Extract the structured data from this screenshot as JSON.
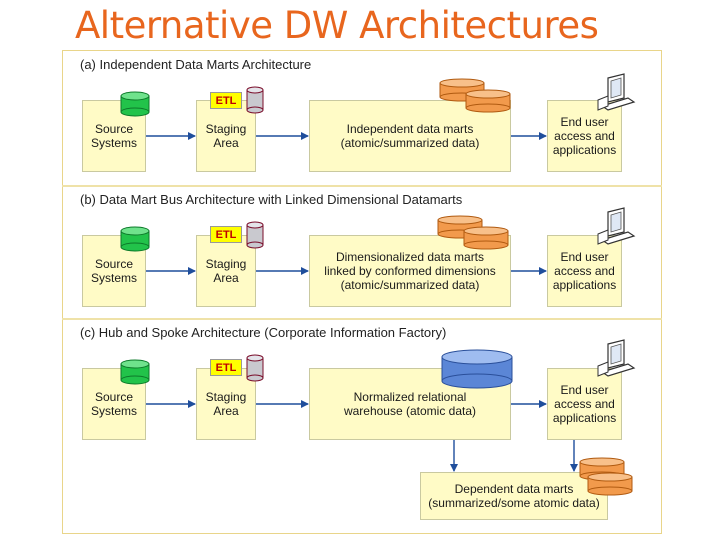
{
  "title": "Alternative DW Architectures",
  "sections": [
    {
      "label": "(a) Independent Data Marts Architecture",
      "source": "Source\nSystems",
      "etl": "ETL",
      "staging": "Staging\nArea",
      "middle": "Independent data marts\n(atomic/summarized data)",
      "enduser": "End user\naccess and\napplications"
    },
    {
      "label": "(b) Data Mart Bus Architecture with Linked Dimensional Datamarts",
      "source": "Source\nSystems",
      "etl": "ETL",
      "staging": "Staging\nArea",
      "middle": "Dimensionalized data marts\nlinked by conformed dimensions\n(atomic/summarized data)",
      "enduser": "End user\naccess and\napplications"
    },
    {
      "label": "(c) Hub and Spoke Architecture (Corporate Information Factory)",
      "source": "Source\nSystems",
      "etl": "ETL",
      "staging": "Staging\nArea",
      "middle": "Normalized relational\nwarehouse (atomic data)",
      "enduser": "End user\naccess and\napplications",
      "dependent": "Dependent data marts\n(summarized/some atomic data)"
    }
  ],
  "colors": {
    "title": "#e8661e",
    "box_fill": "#fffbc6",
    "arrow": "#1f4e9c",
    "green_db": "#22c34a",
    "orange_db": "#f29a4c",
    "blue_db": "#5b86d6",
    "gray_db": "#c9c9cf"
  }
}
